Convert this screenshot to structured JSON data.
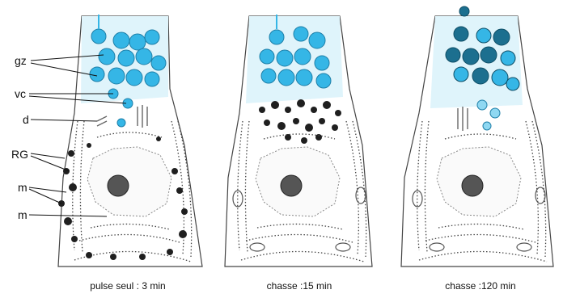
{
  "labels": {
    "gz": "gz",
    "vc": "vc",
    "d": "d",
    "rg": "RG",
    "m1": "m",
    "m2": "m"
  },
  "captions": {
    "panel1": "pulse seul : 3 min",
    "panel2": "chasse :15 min",
    "panel3": "chasse :120  min"
  },
  "colors": {
    "granule_fill": "#35b6e6",
    "granule_light": "#8fd8f2",
    "apical_bg": "#d7f1fb",
    "dark_mark": "#1f1f1f",
    "outline": "#333333"
  }
}
